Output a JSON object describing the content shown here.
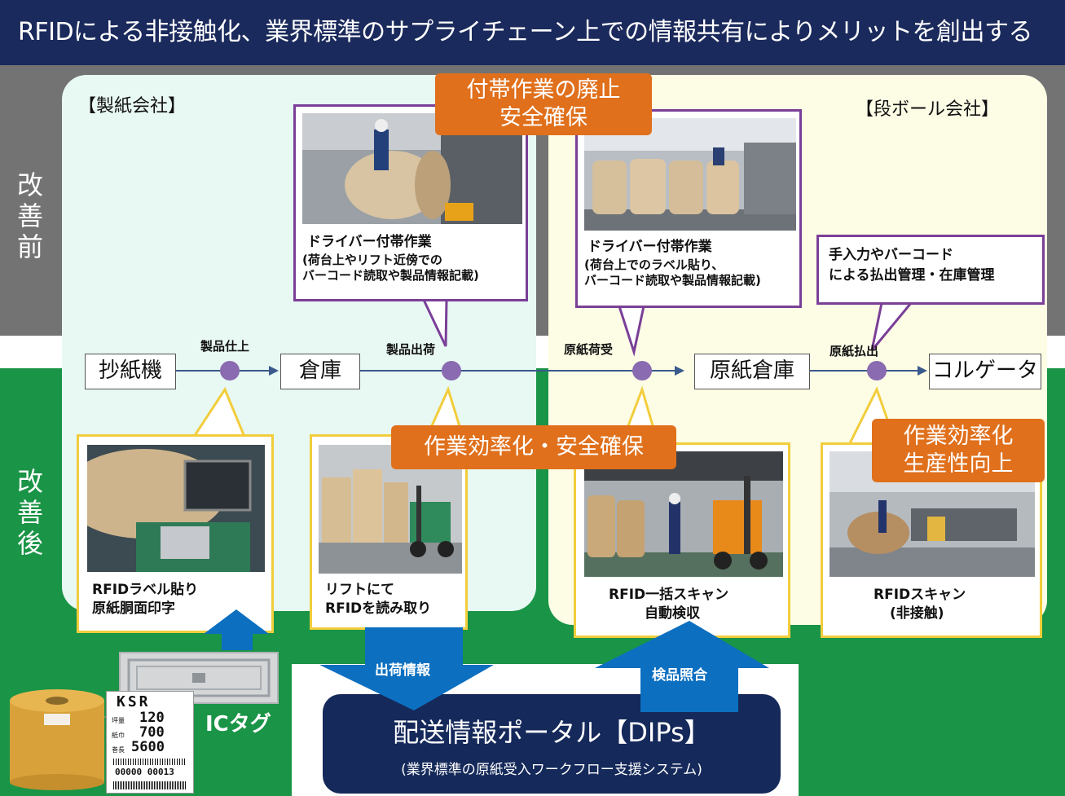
{
  "header": {
    "title": "RFIDによる非接触化、業界標準のサプライチェーン上での情報共有によりメリットを創出する"
  },
  "side_labels": {
    "before": "改善前",
    "after": "改善後"
  },
  "companies": {
    "paper_mill": "【製紙会社】",
    "corrugator": "【段ボール会社】"
  },
  "tags": {
    "abolish": [
      "付帯作業の廃止",
      "安全確保"
    ],
    "efficiency_safety": "作業効率化・安全確保",
    "efficiency_productivity": [
      "作業効率化",
      "生産性向上"
    ]
  },
  "before_callouts": [
    {
      "title": "ドライバー付帯作業",
      "lines": [
        "(荷台上やリフト近傍での",
        "バーコード読取や製品情報記載)"
      ]
    },
    {
      "title": "ドライバー付帯作業",
      "lines": [
        "(荷台上でのラベル貼り、",
        "バーコード読取や製品情報記載)"
      ]
    },
    {
      "title": "",
      "lines": [
        "手入力やバーコード",
        "による払出管理・在庫管理"
      ]
    }
  ],
  "flow": {
    "nodes": [
      "抄紙機",
      "倉庫",
      "原紙倉庫",
      "コルゲータ"
    ],
    "milestones": [
      "製品仕上",
      "製品出荷",
      "原紙荷受",
      "原紙払出"
    ]
  },
  "after_callouts": [
    {
      "lines": [
        "RFIDラベル貼り",
        "原紙胴面印字"
      ]
    },
    {
      "lines": [
        "リフトにて",
        "RFIDを読み取り"
      ]
    },
    {
      "lines": [
        "RFID一括スキャン",
        "自動検収"
      ]
    },
    {
      "lines": [
        "RFIDスキャン",
        "(非接触)"
      ]
    }
  ],
  "arrows": {
    "shipping_info": "出荷情報",
    "inspection_check": "検品照合"
  },
  "portal": {
    "title": "配送情報ポータル【DIPs】",
    "subtitle": "(業界標準の原紙受入ワークフロー支援システム)"
  },
  "ic_tag": {
    "label": "ICタグ"
  },
  "label_sheet": {
    "brand": "KSR",
    "rows": [
      {
        "name": "坪量",
        "value": "120"
      },
      {
        "name": "紙巾",
        "value": "700"
      },
      {
        "name": "巻長",
        "value": "5600"
      }
    ],
    "serial": "00000 00013"
  },
  "colors": {
    "navy": "#1b2a5c",
    "green": "#1a9446",
    "gray": "#737373",
    "orange": "#e0701c",
    "purple": "#7a3f97",
    "yellow": "#f2cd3c"
  }
}
